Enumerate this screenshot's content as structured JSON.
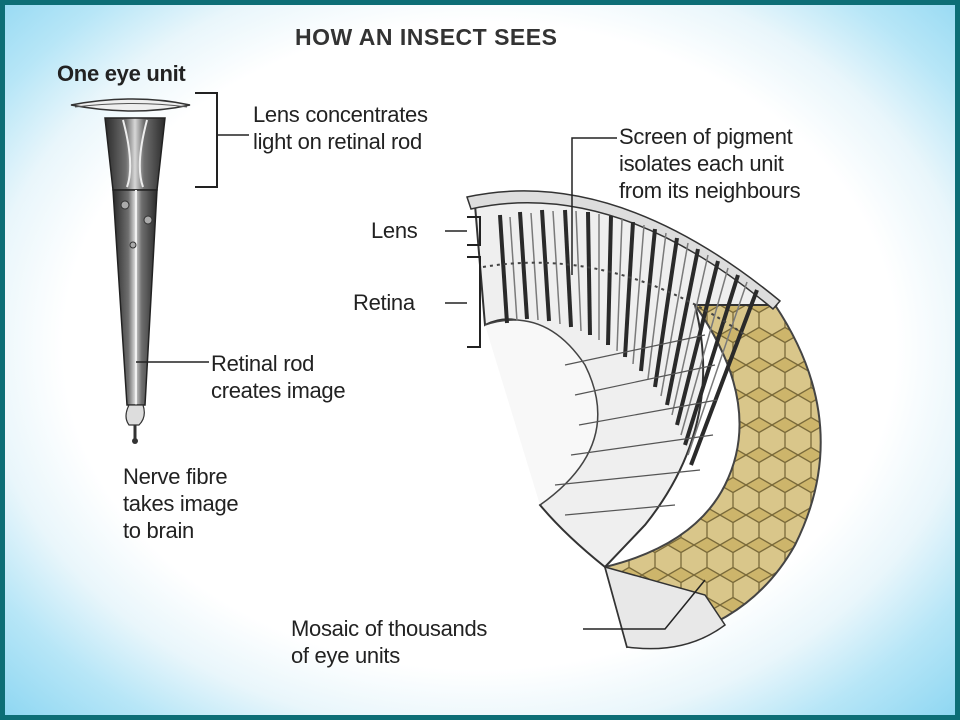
{
  "title": "HOW AN INSECT SEES",
  "labels": {
    "one_eye_unit": "One eye unit",
    "lens_concentrates": [
      "Lens concentrates",
      "light on retinal rod"
    ],
    "retinal_rod": [
      "Retinal rod",
      "creates image"
    ],
    "nerve_fibre": [
      "Nerve fibre",
      "takes image",
      "to brain"
    ],
    "screen_of_pigment": [
      "Screen of pigment",
      "isolates each unit",
      "from its neighbours"
    ],
    "lens": "Lens",
    "retina": "Retina",
    "mosaic": [
      "Mosaic of thousands",
      "of eye units"
    ]
  },
  "colors": {
    "frame": "#0d6e76",
    "glow": "#8fd7f2",
    "ink": "#222222",
    "mosaic_fill": "#c9b36a"
  }
}
